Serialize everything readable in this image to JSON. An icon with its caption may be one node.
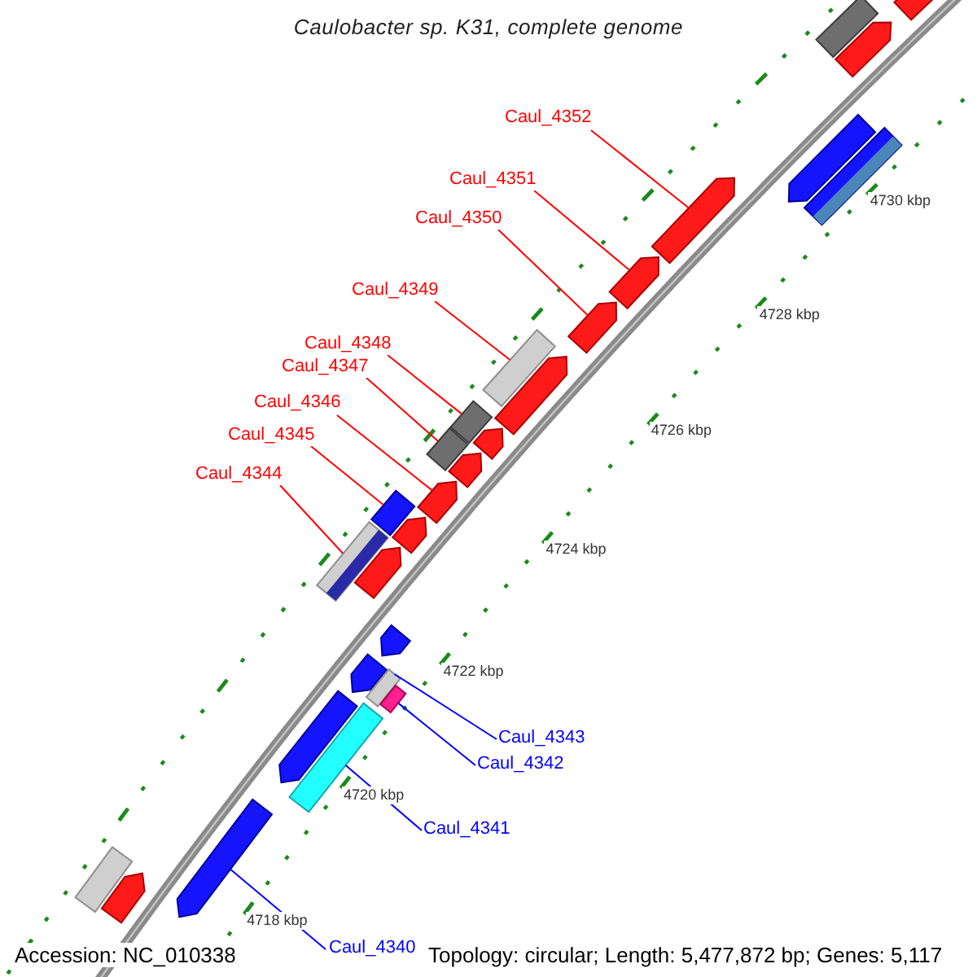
{
  "diagram": {
    "title": "Caulobacter sp. K31, complete genome",
    "nodes": [
      {
        "text": [
          "Caul_4352"
        ]
      },
      {
        "text": [
          "Caul_4351"
        ]
      },
      {
        "text": [
          "Caul_4350"
        ]
      },
      {
        "text": [
          "Caul_4349"
        ]
      },
      {
        "text": [
          "Caul_4348"
        ]
      },
      {
        "text": [
          "Caul_4347"
        ]
      },
      {
        "text": [
          "Caul_4346"
        ]
      },
      {
        "text": [
          "Caul_4345"
        ]
      },
      {
        "text": [
          "Caul_4344"
        ]
      },
      {
        "text": [
          "Caul_4343"
        ]
      },
      {
        "text": [
          "Caul_4342"
        ]
      },
      {
        "text": [
          "Caul_4341"
        ]
      },
      {
        "text": [
          "Caul_4340"
        ]
      },
      {
        "text": [],
        "shape": "box"
      },
      {
        "text": [],
        "shape": "arrow"
      },
      {
        "text": [],
        "shape": "arrow"
      },
      {
        "text": [],
        "shape": "box"
      },
      {
        "text": [],
        "shape": "arrow"
      },
      {
        "text": [],
        "shape": "arrow"
      },
      {
        "text": [],
        "shape": "box"
      },
      {
        "text": [],
        "shape": "box"
      },
      {
        "text": [],
        "shape": "arrow"
      },
      {
        "text": [],
        "shape": "arrow"
      },
      {
        "text": [],
        "shape": "box"
      },
      {
        "text": [],
        "shape": "arrow"
      },
      {
        "text": [],
        "shape": "box"
      },
      {
        "text": [],
        "shape": "arrow"
      },
      {
        "text": [],
        "shape": "box"
      },
      {
        "text": [],
        "shape": "arrow"
      },
      {
        "text": [],
        "shape": "box"
      },
      {
        "text": [],
        "shape": "arrow"
      },
      {
        "text": [],
        "shape": "arrow"
      },
      {
        "text": [],
        "shape": "box"
      },
      {
        "text": [],
        "shape": "arrow"
      },
      {
        "text": [],
        "shape": "arrow"
      },
      {
        "text": [],
        "shape": "arrow"
      },
      {
        "text": [],
        "shape": "arrow"
      },
      {
        "text": [],
        "shape": "box"
      },
      {
        "text": [],
        "shape": "box"
      },
      {
        "text": [],
        "shape": "arrow"
      },
      {
        "text": [],
        "shape": "arrow"
      }
    ],
    "edges": [
      {
        "from": 0,
        "to": 35,
        "arrow": "none"
      },
      {
        "from": 1,
        "to": 34,
        "arrow": "none"
      },
      {
        "from": 2,
        "to": 33,
        "arrow": "none"
      },
      {
        "from": 3,
        "to": 32,
        "arrow": "none"
      },
      {
        "from": 4,
        "to": 29,
        "arrow": "none"
      },
      {
        "from": 5,
        "to": 27,
        "arrow": "none"
      },
      {
        "from": 6,
        "to": 26,
        "arrow": "none"
      },
      {
        "from": 7,
        "to": 25,
        "arrow": "none"
      },
      {
        "from": 8,
        "to": 23,
        "arrow": "none"
      },
      {
        "from": 9,
        "to": 19,
        "arrow": "none",
        "color": "#0000ff"
      },
      {
        "from": 10,
        "to": 20,
        "arrow": "none",
        "color": "#0000ff"
      },
      {
        "from": 11,
        "to": 16,
        "arrow": "none",
        "color": "#0000ff"
      },
      {
        "from": 12,
        "to": 15,
        "arrow": "none",
        "color": "#0000ff"
      }
    ],
    "labels": [
      "4730 kbp",
      "4728 kbp",
      "4726 kbp",
      "4724 kbp",
      "4722 kbp",
      "4720 kbp",
      "4718 kbp",
      "Accession: NC_010338",
      "Topology: circular; Length: 5,477,872 bp; Genes: 5,117"
    ]
  }
}
